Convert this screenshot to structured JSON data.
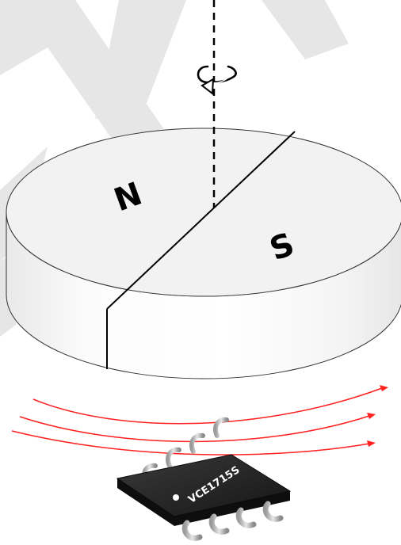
{
  "magnet": {
    "north_label": "N",
    "south_label": "S"
  },
  "sensor": {
    "part_number": "VCE1715S"
  },
  "field_lines": {
    "color": "#ff2020",
    "count": 3
  },
  "rotation_axis": {
    "style": "dashed",
    "rotation_icon": "rotation-arrow-icon"
  },
  "watermark": {
    "color": "#e6e6e6"
  }
}
